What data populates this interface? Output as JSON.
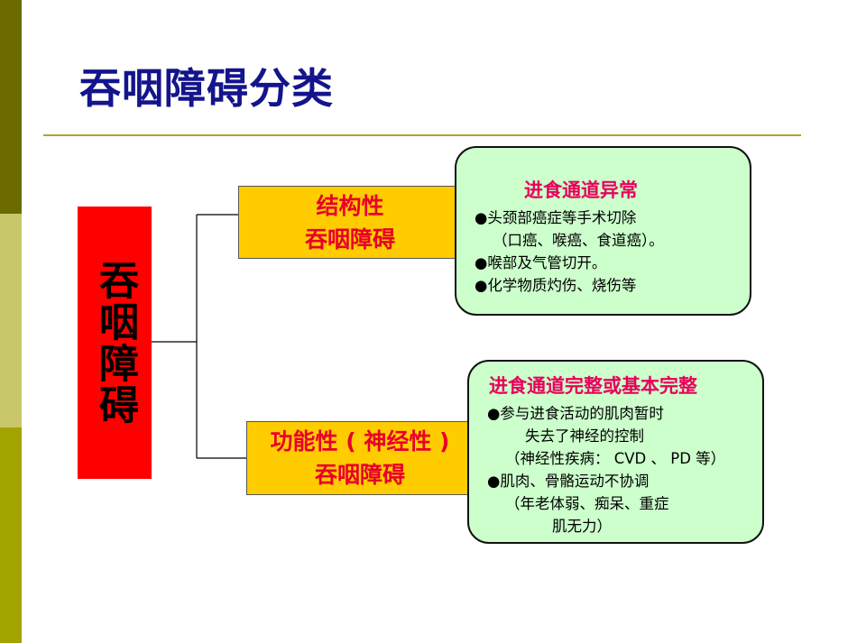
{
  "title": "吞咽障碍分类",
  "root": {
    "label": "吞咽障碍"
  },
  "branches": [
    {
      "label_line1": "结构性",
      "label_line2": "吞咽障碍",
      "detail": {
        "heading": "进食通道异常",
        "lines": [
          "●头颈部癌症等手术切除",
          "（口癌、喉癌、食道癌）。",
          "●喉部及气管切开。",
          "●化学物质灼伤、烧伤等"
        ]
      }
    },
    {
      "label_line1": "功能性 ( 神经性 )",
      "label_line2": "吞咽障碍",
      "detail": {
        "heading": "进食通道完整或基本完整",
        "lines": [
          "●参与进食活动的肌肉暂时",
          "失去了神经的控制",
          "（神经性疾病：  CVD 、  PD 等）",
          "●肌肉、骨骼运动不协调",
          "（年老体弱、痴呆、重症",
          "肌无力）"
        ]
      }
    }
  ],
  "colors": {
    "title": "#14148c",
    "root_fill": "#ff0000",
    "branch_fill": "#ffcc00",
    "branch_text": "#e8002a",
    "detail_fill": "#ccffcc",
    "detail_heading": "#e8005a"
  }
}
